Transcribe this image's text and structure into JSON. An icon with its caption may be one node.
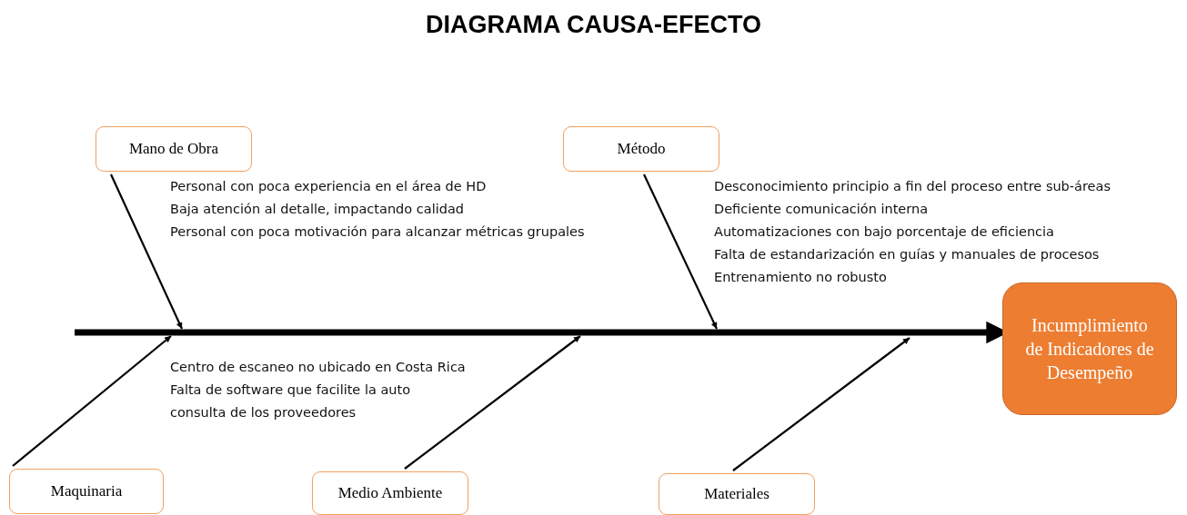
{
  "diagram": {
    "title": "DIAGRAMA CAUSA-EFECTO",
    "nodes": [
      {
        "text": [
          "Mano de Obra"
        ],
        "beside": [
          "Personal con poca experiencia en el área de HD",
          "Baja atención al detalle, impactando calidad",
          "Personal con poca motivación para alcanzar métricas grupales"
        ]
      },
      {
        "text": [
          "Método"
        ],
        "beside": [
          "Desconocimiento principio a fin del proceso entre sub-áreas",
          "Deficiente comunicación interna",
          "Automatizaciones con bajo porcentaje de eficiencia",
          "Falta de estandarización en guías y manuales de procesos",
          "Entrenamiento no robusto"
        ]
      },
      {
        "text": [
          "Incumplimiento de Indicadores de Desempeño"
        ]
      },
      {
        "text": [
          "Maquinaria"
        ],
        "beside": [
          "Centro de escaneo no ubicado en Costa Rica",
          "Falta de software que facilite la auto consulta de los proveedores"
        ]
      },
      {
        "text": [
          "Medio Ambiente"
        ]
      },
      {
        "text": [
          "Materiales"
        ]
      }
    ],
    "edges": [
      {
        "from": null,
        "to": 2,
        "arrow": "to",
        "style": "thick"
      },
      {
        "from": 0,
        "to": null,
        "arrow": "to"
      },
      {
        "from": 1,
        "to": null,
        "arrow": "to"
      },
      {
        "from": 3,
        "to": null,
        "arrow": "to"
      },
      {
        "from": 4,
        "to": null,
        "arrow": "to"
      },
      {
        "from": 5,
        "to": null,
        "arrow": "to"
      }
    ]
  }
}
